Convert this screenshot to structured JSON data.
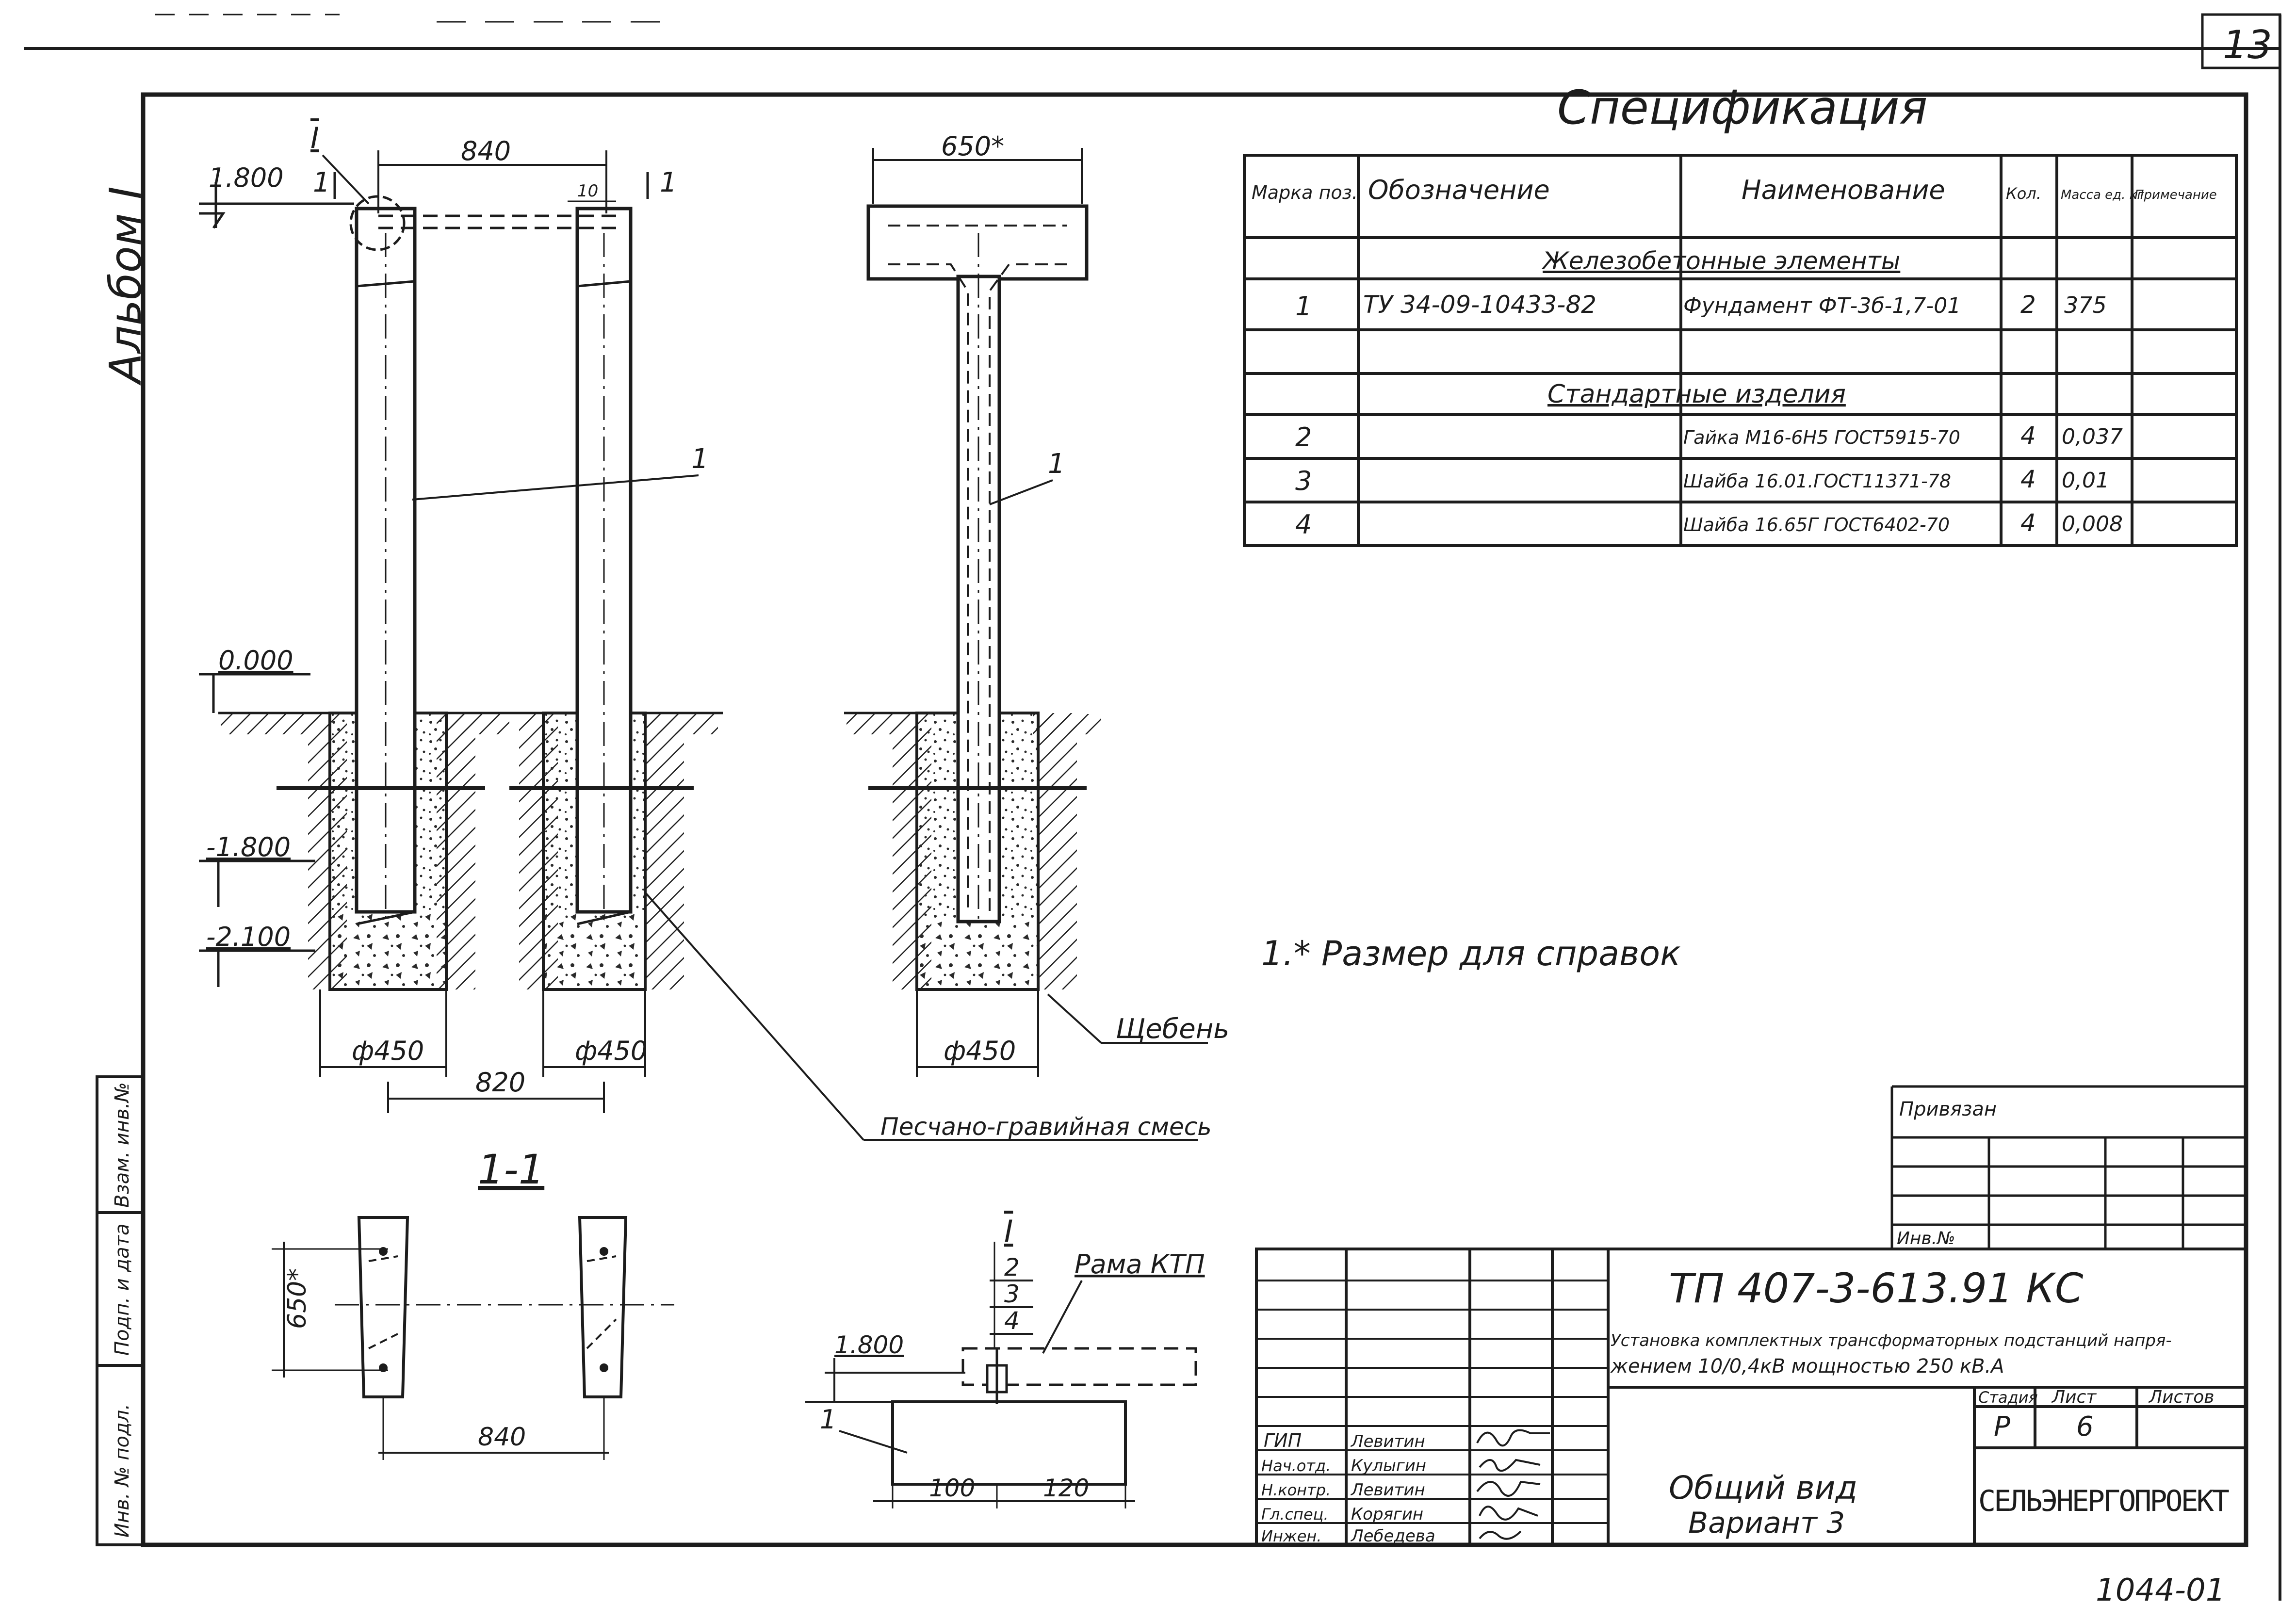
{
  "sheet": {
    "page_number": "13",
    "album": "Альбом I",
    "bottom_stamp": "1044-01",
    "footnote": "1.* Размер для справок"
  },
  "spec": {
    "title": "Спецификация",
    "headers": [
      "Марка поз.",
      "Обозначение",
      "Наименование",
      "Кол.",
      "Масса ед. кг",
      "Примечание"
    ],
    "section_1": "Железобетонные элементы",
    "section_2": "Стандартные изделия",
    "rows": [
      {
        "mark": "1",
        "designation": "ТУ 34-09-10433-82",
        "name": "Фундамент ФТ-3б-1,7-01",
        "qty": "2",
        "mass": "375"
      },
      {
        "mark": "2",
        "designation": "",
        "name": "Гайка М16-6Н5 ГОСТ5915-70",
        "qty": "4",
        "mass": "0,037"
      },
      {
        "mark": "3",
        "designation": "",
        "name": "Шайба 16.01.ГОСТ11371-78",
        "qty": "4",
        "mass": "0,01"
      },
      {
        "mark": "4",
        "designation": "",
        "name": "Шайба 16.65Г ГОСТ6402-70",
        "qty": "4",
        "mass": "0,008"
      }
    ]
  },
  "drawing": {
    "lvl_top": "1.800",
    "lvl_ground": "0.000",
    "lvl_m1800": "-1.800",
    "lvl_m2100": "-2.100",
    "dim_840": "840",
    "dim_10": "10",
    "dim_650": "650*",
    "dim_820": "820",
    "dia_1": "ф450",
    "dia_2": "ф450",
    "dia_3": "ф450",
    "pos_1": "1",
    "sec_mark": "I",
    "cut_mark": "1",
    "label_crushed": "Щебень",
    "label_sand": "Песчано-гравийная смесь",
    "section_title": "1-1",
    "sec_650": "650*",
    "sec_840": "840",
    "det_lvl": "1.800",
    "det_frame": "Рама КТП",
    "det_2": "2",
    "det_3": "3",
    "det_4": "4",
    "det_100": "100",
    "det_120": "120"
  },
  "binding": {
    "label": "Привязан",
    "inv": "Инв.№"
  },
  "side_block": [
    "Инв. № подл.",
    "Подп. и дата",
    "Взам. инв.№"
  ],
  "title_block": {
    "code": "ТП 407-3-613.91  КС",
    "desc_1": "Установка комплектных трансформаторных подстанций напря-",
    "desc_2": "жением 10/0,4кВ  мощностью  250 кВ.А",
    "stage_h": "Стадия",
    "sheet_h": "Лист",
    "sheets_h": "Листов",
    "stage": "Р",
    "sheet_no": "6",
    "sheet_title_1": "Общий  вид",
    "sheet_title_2": "Вариант 3",
    "org": "СЕЛЬЭНЕРГОПРОЕКТ",
    "staff": [
      {
        "role": "ГИП",
        "name": "Левитин"
      },
      {
        "role": "Нач.отд.",
        "name": "Кулыгин"
      },
      {
        "role": "Н.контр.",
        "name": "Левитин"
      },
      {
        "role": "Гл.спец.",
        "name": "Корягин"
      },
      {
        "role": "Инжен.",
        "name": "Лебедева"
      }
    ]
  }
}
